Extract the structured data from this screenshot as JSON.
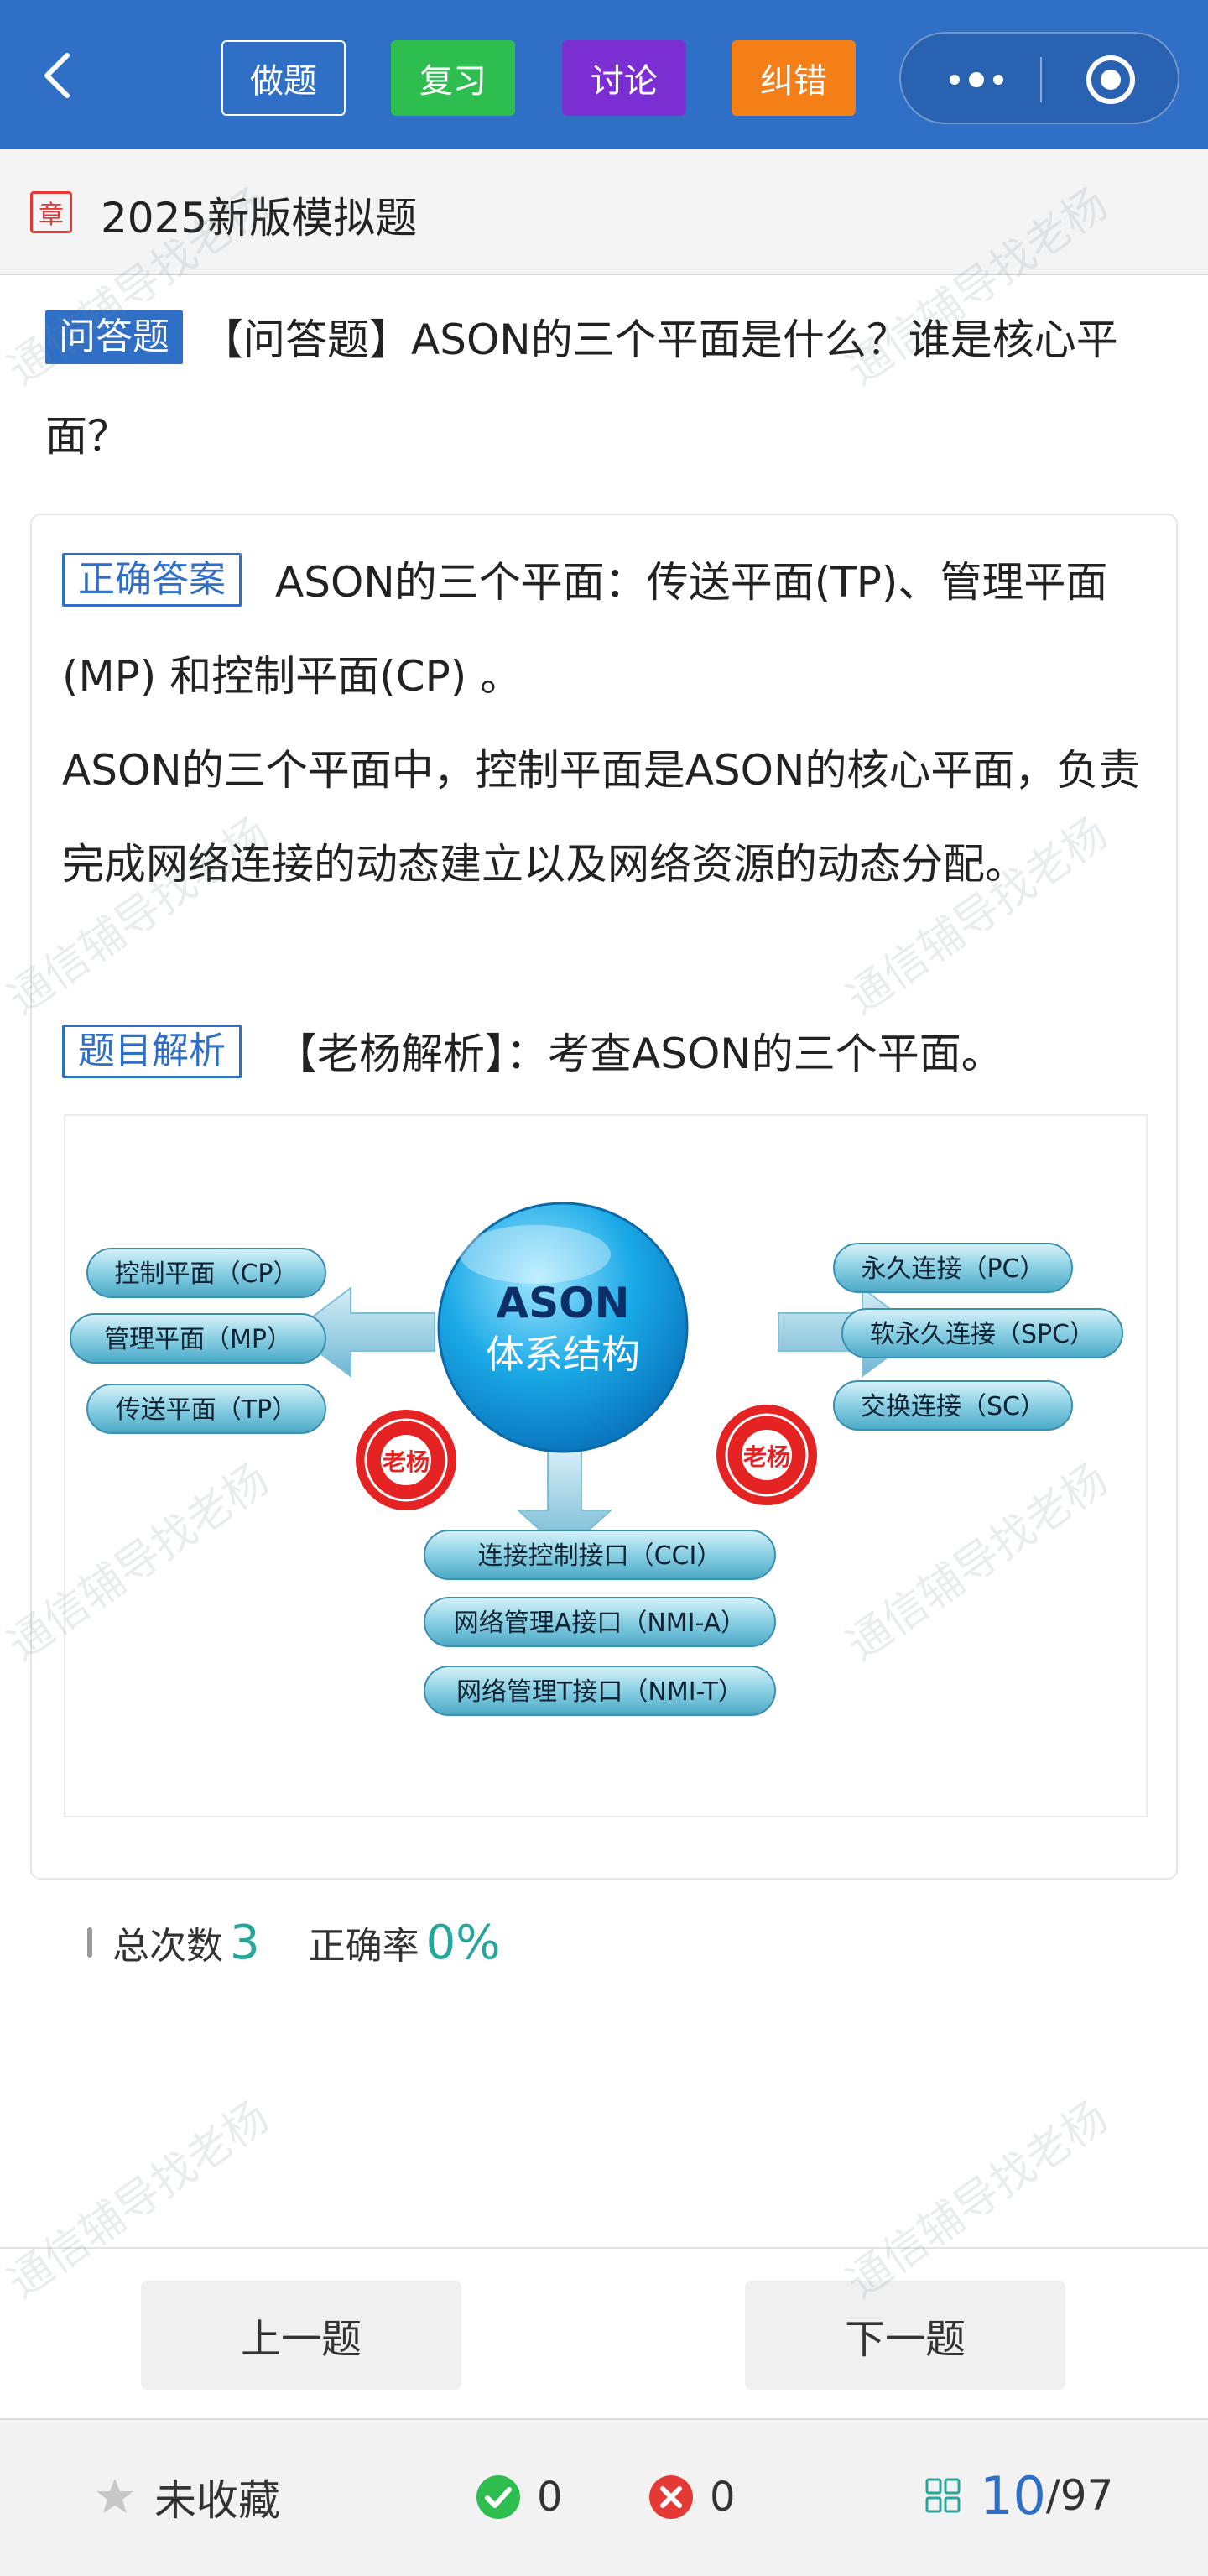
{
  "header": {
    "buttons": [
      "做题",
      "复习",
      "讨论",
      "纠错"
    ],
    "colors": {
      "bar": "#2f6fc6",
      "review": "#2ebd4f",
      "discuss": "#7b2fd2",
      "correct": "#f57f17"
    }
  },
  "chapter": {
    "badge": "章",
    "title": "2025新版模拟题"
  },
  "question": {
    "tag": "问答题",
    "text": "【问答题】ASON的三个平面是什么？谁是核心平面？"
  },
  "answer": {
    "tag": "正确答案",
    "line1": "ASON的三个平面：传送平面(TP)、管理平面(MP) 和控制平面(CP) 。",
    "line2": "ASON的三个平面中，控制平面是ASON的核心平面，负责完成网络连接的动态建立以及网络资源的动态分配。"
  },
  "analysis": {
    "tag": "题目解析",
    "text": "【老杨解析】：考查ASON的三个平面。"
  },
  "diagram": {
    "center_line1": "ASON",
    "center_line2": "体系结构",
    "left_items": [
      "控制平面（CP）",
      "管理平面（MP）",
      "传送平面（TP）"
    ],
    "right_items": [
      "永久连接（PC）",
      "软永久连接（SPC）",
      "交换连接（SC）"
    ],
    "bottom_items": [
      "连接控制接口（CCI）",
      "网络管理A接口（NMI-A）",
      "网络管理T接口（NMI-T）"
    ],
    "seal_text": "老杨"
  },
  "stats": {
    "total_label": "总次数",
    "total_value": "3",
    "rate_label": "正确率",
    "rate_value": "0%"
  },
  "nav": {
    "prev": "上一题",
    "next": "下一题"
  },
  "bottom": {
    "favorite": "未收藏",
    "correct_count": "0",
    "wrong_count": "0",
    "current": "10",
    "total": "/97"
  },
  "watermark": "通信辅导找老杨"
}
